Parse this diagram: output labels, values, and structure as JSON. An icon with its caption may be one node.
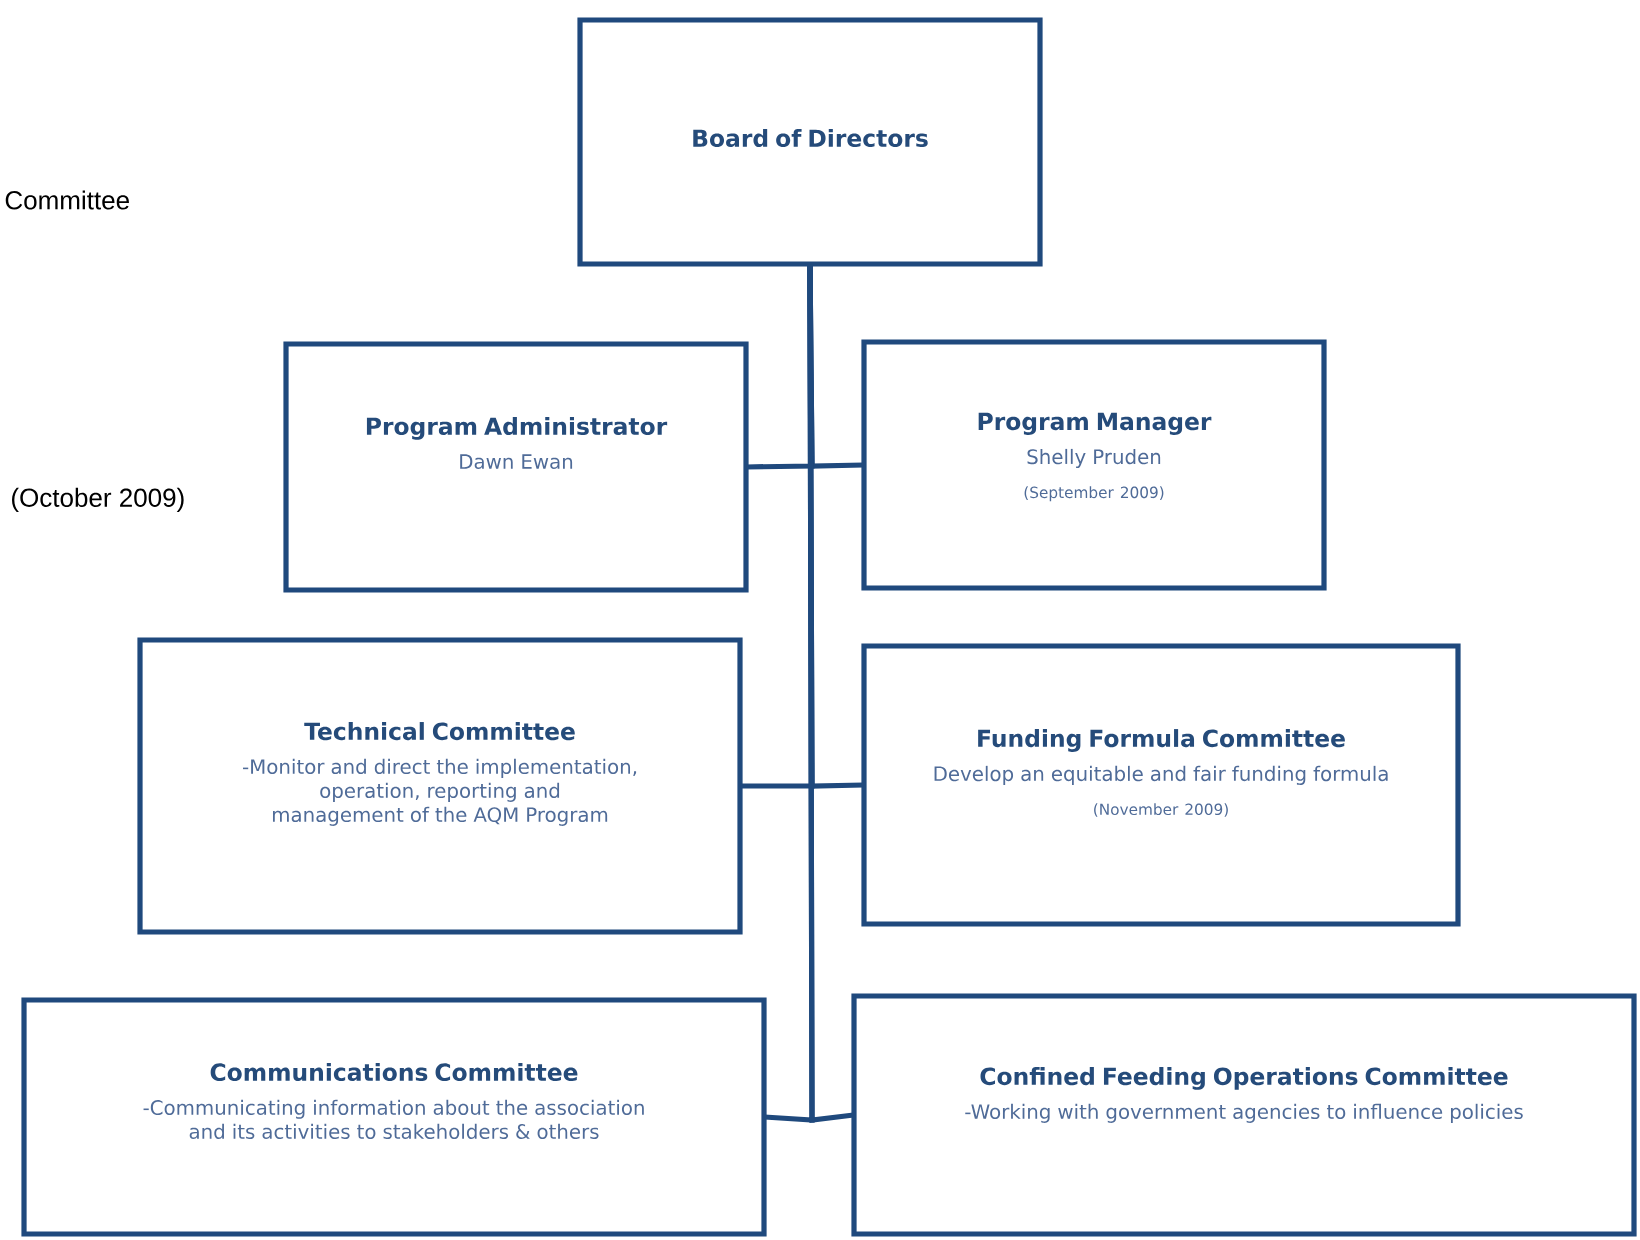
{
  "diagram": {
    "nodes": [
      {
        "text": [
          "Board of Directors"
        ]
      },
      {
        "text": [
          "Program Administrator",
          "Dawn Ewan"
        ]
      },
      {
        "text": [
          "Program Manager",
          "Shelly Pruden",
          "(September 2009)"
        ]
      },
      {
        "text": [
          "Technical Committee",
          "-Monitor and direct the implementation, operation, reporting and management of the AQM Program"
        ]
      },
      {
        "text": [
          "Funding Formula Committee",
          "Develop an equitable and fair funding formula",
          "(November 2009)"
        ]
      },
      {
        "text": [
          "Communications Committee",
          "-Communicating information about the association and its activities to stakeholders & others"
        ]
      },
      {
        "text": [
          "Confined Feeding Operations Committee",
          "-Working with government agencies to influence policies"
        ]
      }
    ],
    "edges": [
      {
        "from": 0,
        "to": 1,
        "arrow": "none"
      },
      {
        "from": 0,
        "to": 2,
        "arrow": "none"
      },
      {
        "from": 0,
        "to": 3,
        "arrow": "none"
      },
      {
        "from": 0,
        "to": 4,
        "arrow": "none"
      },
      {
        "from": 0,
        "to": 5,
        "arrow": "none"
      },
      {
        "from": 0,
        "to": 6,
        "arrow": "none"
      }
    ],
    "labels": [
      "Committee",
      "(October 2009)"
    ]
  }
}
